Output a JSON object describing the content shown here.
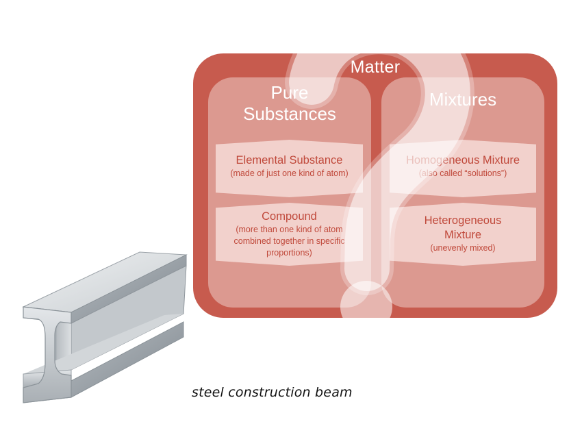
{
  "diagram": {
    "matter_label": "Matter",
    "pure_substances": {
      "title_line1": "Pure",
      "title_line2": "Substances",
      "elemental": {
        "title": "Elemental Substance",
        "subtitle": "(made of just one kind of atom)"
      },
      "compound": {
        "title": "Compound",
        "subtitle_line1": "(more than one kind of atom",
        "subtitle_line2": "combined together in specific",
        "subtitle_line3": "proportions)"
      }
    },
    "mixtures": {
      "title": "Mixtures",
      "homogeneous": {
        "title": "Homogeneous Mixture",
        "subtitle": "(also called “solutions”)"
      },
      "heterogeneous": {
        "title_line1": "Heterogeneous",
        "title_line2": "Mixture",
        "subtitle": "(unevenly mixed)"
      }
    }
  },
  "caption": "steel construction beam",
  "colors": {
    "matter_red": "#c75b4e",
    "column_pink": "#dc9990",
    "card_pale": "#f3d6d1",
    "card_text": "#c0493b"
  },
  "icons": {
    "question_mark": "question-mark-overlay",
    "beam": "steel-i-beam-image"
  }
}
